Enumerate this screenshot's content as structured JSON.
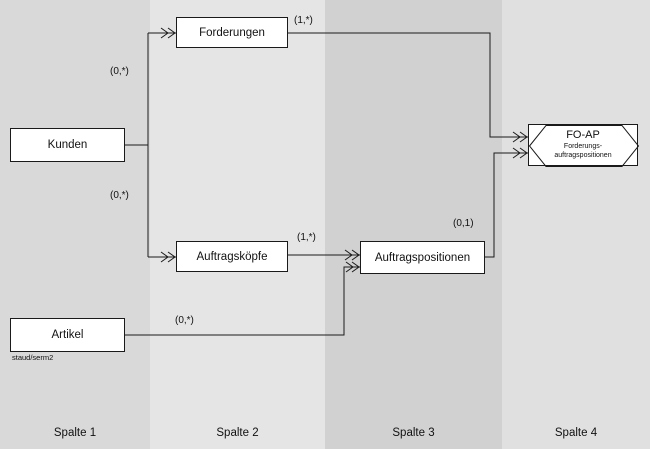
{
  "diagram": {
    "entities": {
      "kunden": {
        "label": "Kunden"
      },
      "forderungen": {
        "label": "Forderungen"
      },
      "auftragskoepfe": {
        "label": "Auftragsköpfe"
      },
      "artikel": {
        "label": "Artikel"
      },
      "auftragspositionen": {
        "label": "Auftragspositionen"
      },
      "fo_ap": {
        "title": "FO-AP",
        "subtitle_line1": "Forderungs-",
        "subtitle_line2": "auftragspositionen"
      }
    },
    "cardinalities": {
      "kunden_forderungen": "(0,*)",
      "kunden_auftragskoepfe": "(0,*)",
      "forderungen_foap": "(1,*)",
      "auftragskoepfe_auftragspositionen": "(1,*)",
      "auftragspositionen_foap": "(0,1)",
      "artikel_auftragspositionen": "(0,*)"
    },
    "watermark": "staud/serm2",
    "columns": [
      {
        "label": "Spalte 1",
        "color": "#d9d9d9"
      },
      {
        "label": "Spalte 2",
        "color": "#e5e5e5"
      },
      {
        "label": "Spalte 3",
        "color": "#d1d1d1"
      },
      {
        "label": "Spalte 4",
        "color": "#e0e0e0"
      }
    ],
    "line_color": "#1a1a1a"
  }
}
